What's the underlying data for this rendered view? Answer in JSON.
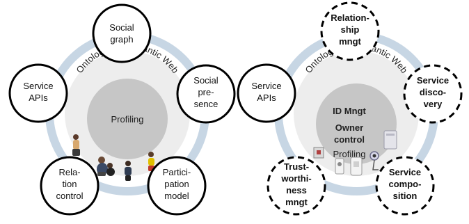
{
  "left_diagram": {
    "arc_label": "Ontologies - Semantic Web",
    "center_label": "Profiling",
    "nodes": [
      {
        "lines": [
          "Social",
          "graph"
        ]
      },
      {
        "lines": [
          "Social",
          "pre-",
          "sence"
        ]
      },
      {
        "lines": [
          "Partici-",
          "pation",
          "model"
        ]
      },
      {
        "lines": [
          "Rela-",
          "tion",
          "control"
        ]
      },
      {
        "lines": [
          "Service",
          "APIs"
        ]
      }
    ]
  },
  "right_diagram": {
    "arc_label": "Ontologies - Semantic Web",
    "center_title_1": "ID Mngt",
    "center_title_2_line1": "Owner",
    "center_title_2_line2": "control",
    "center_label": "Profiling",
    "nodes": [
      {
        "lines": [
          "Relation-",
          "ship",
          "mngt"
        ]
      },
      {
        "lines": [
          "Service",
          "discovery"
        ]
      },
      {
        "lines": [
          "Service",
          "compo-",
          "sition"
        ]
      },
      {
        "lines": [
          "Trust-",
          "worthi-",
          "ness",
          "mngt"
        ]
      },
      {
        "lines": [
          "Service",
          "APIs"
        ]
      }
    ]
  },
  "colors": {
    "ring": "#c7d6e4",
    "inner_disc": "#ededed",
    "center_disc": "#c6c6c6",
    "node_stroke": "#000000",
    "node_fill": "#ffffff"
  }
}
